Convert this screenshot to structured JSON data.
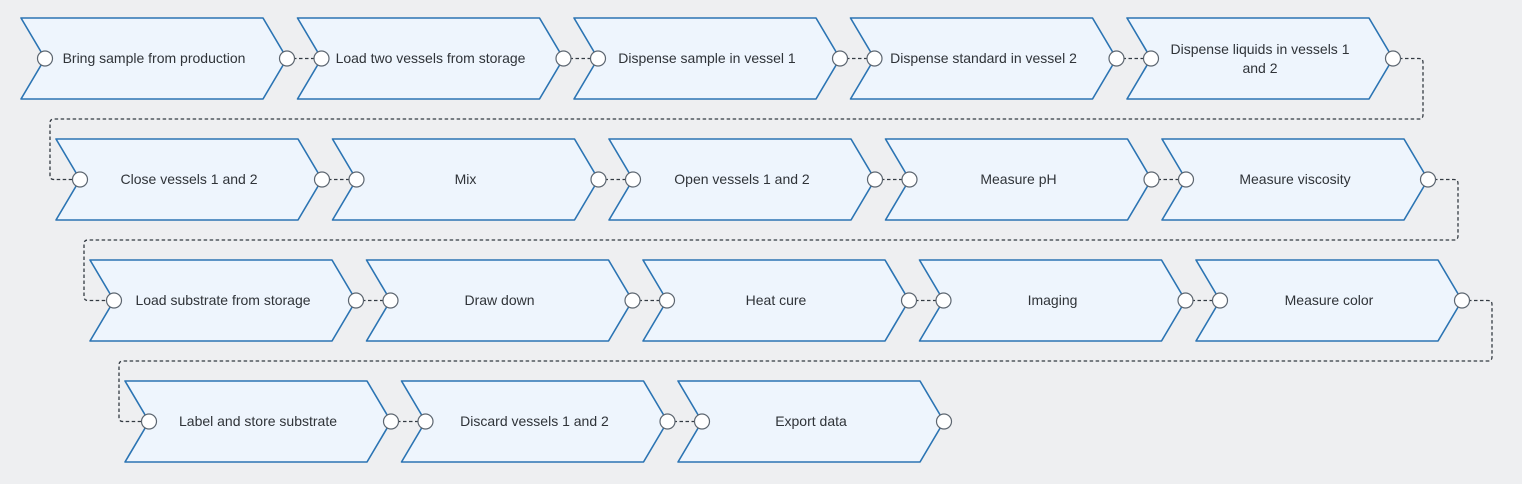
{
  "diagram": {
    "rows": [
      [
        "Bring sample from production",
        "Load two vessels from storage",
        "Dispense sample in vessel 1",
        "Dispense standard in vessel 2",
        "Dispense liquids in vessels 1 and 2"
      ],
      [
        "Close vessels 1 and 2",
        "Mix",
        "Open vessels 1 and 2",
        "Measure pH",
        "Measure viscosity"
      ],
      [
        "Load substrate from storage",
        "Draw down",
        "Heat cure",
        "Imaging",
        "Measure color"
      ],
      [
        "Label and store substrate",
        "Discard vessels 1 and 2",
        "Export data"
      ]
    ]
  }
}
